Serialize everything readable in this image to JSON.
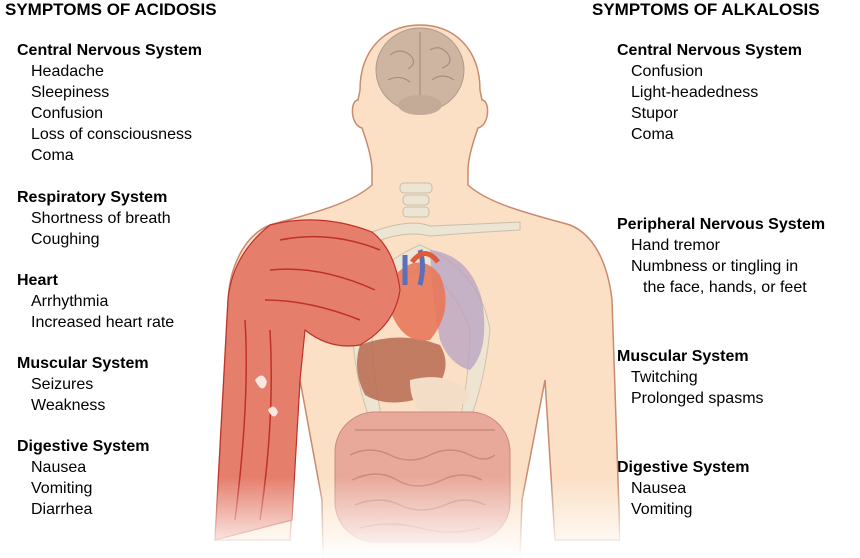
{
  "left_column": {
    "title": "SYMPTOMS OF ACIDOSIS",
    "groups": [
      {
        "heading": "Central Nervous System",
        "items": [
          "Headache",
          "Sleepiness",
          "Confusion",
          "Loss of consciousness",
          "Coma"
        ]
      },
      {
        "heading": "Respiratory System",
        "items": [
          "Shortness of breath",
          "Coughing"
        ]
      },
      {
        "heading": "Heart",
        "items": [
          "Arrhythmia",
          "Increased heart rate"
        ]
      },
      {
        "heading": "Muscular System",
        "items": [
          "Seizures",
          "Weakness"
        ]
      },
      {
        "heading": "Digestive System",
        "items": [
          "Nausea",
          "Vomiting",
          "Diarrhea"
        ]
      }
    ]
  },
  "right_column": {
    "title": "SYMPTOMS OF ALKALOSIS",
    "groups": [
      {
        "heading": "Central Nervous System",
        "items": [
          "Confusion",
          "Light-headedness",
          "Stupor",
          "Coma"
        ]
      },
      {
        "heading": "Peripheral Nervous System",
        "items": [
          "Hand tremor",
          "Numbness or tingling in",
          "the face, hands, or feet"
        ]
      },
      {
        "heading": "Muscular System",
        "items": [
          "Twitching",
          "Prolonged spasms"
        ]
      },
      {
        "heading": "Digestive System",
        "items": [
          "Nausea",
          "Vomiting"
        ]
      }
    ]
  },
  "figure": {
    "colors": {
      "skin": "#fbe0c6",
      "skin_outline": "#c98a6e",
      "muscle": "#e57f6c",
      "muscle_dark": "#c0302a",
      "brain": "#cdb5a2",
      "bone": "#ece5d3",
      "lung": "#b7a2c2",
      "heart": "#e8785a",
      "vein": "#5c6fb8",
      "liver": "#b76a50",
      "intestine": "#e9a99a"
    }
  }
}
